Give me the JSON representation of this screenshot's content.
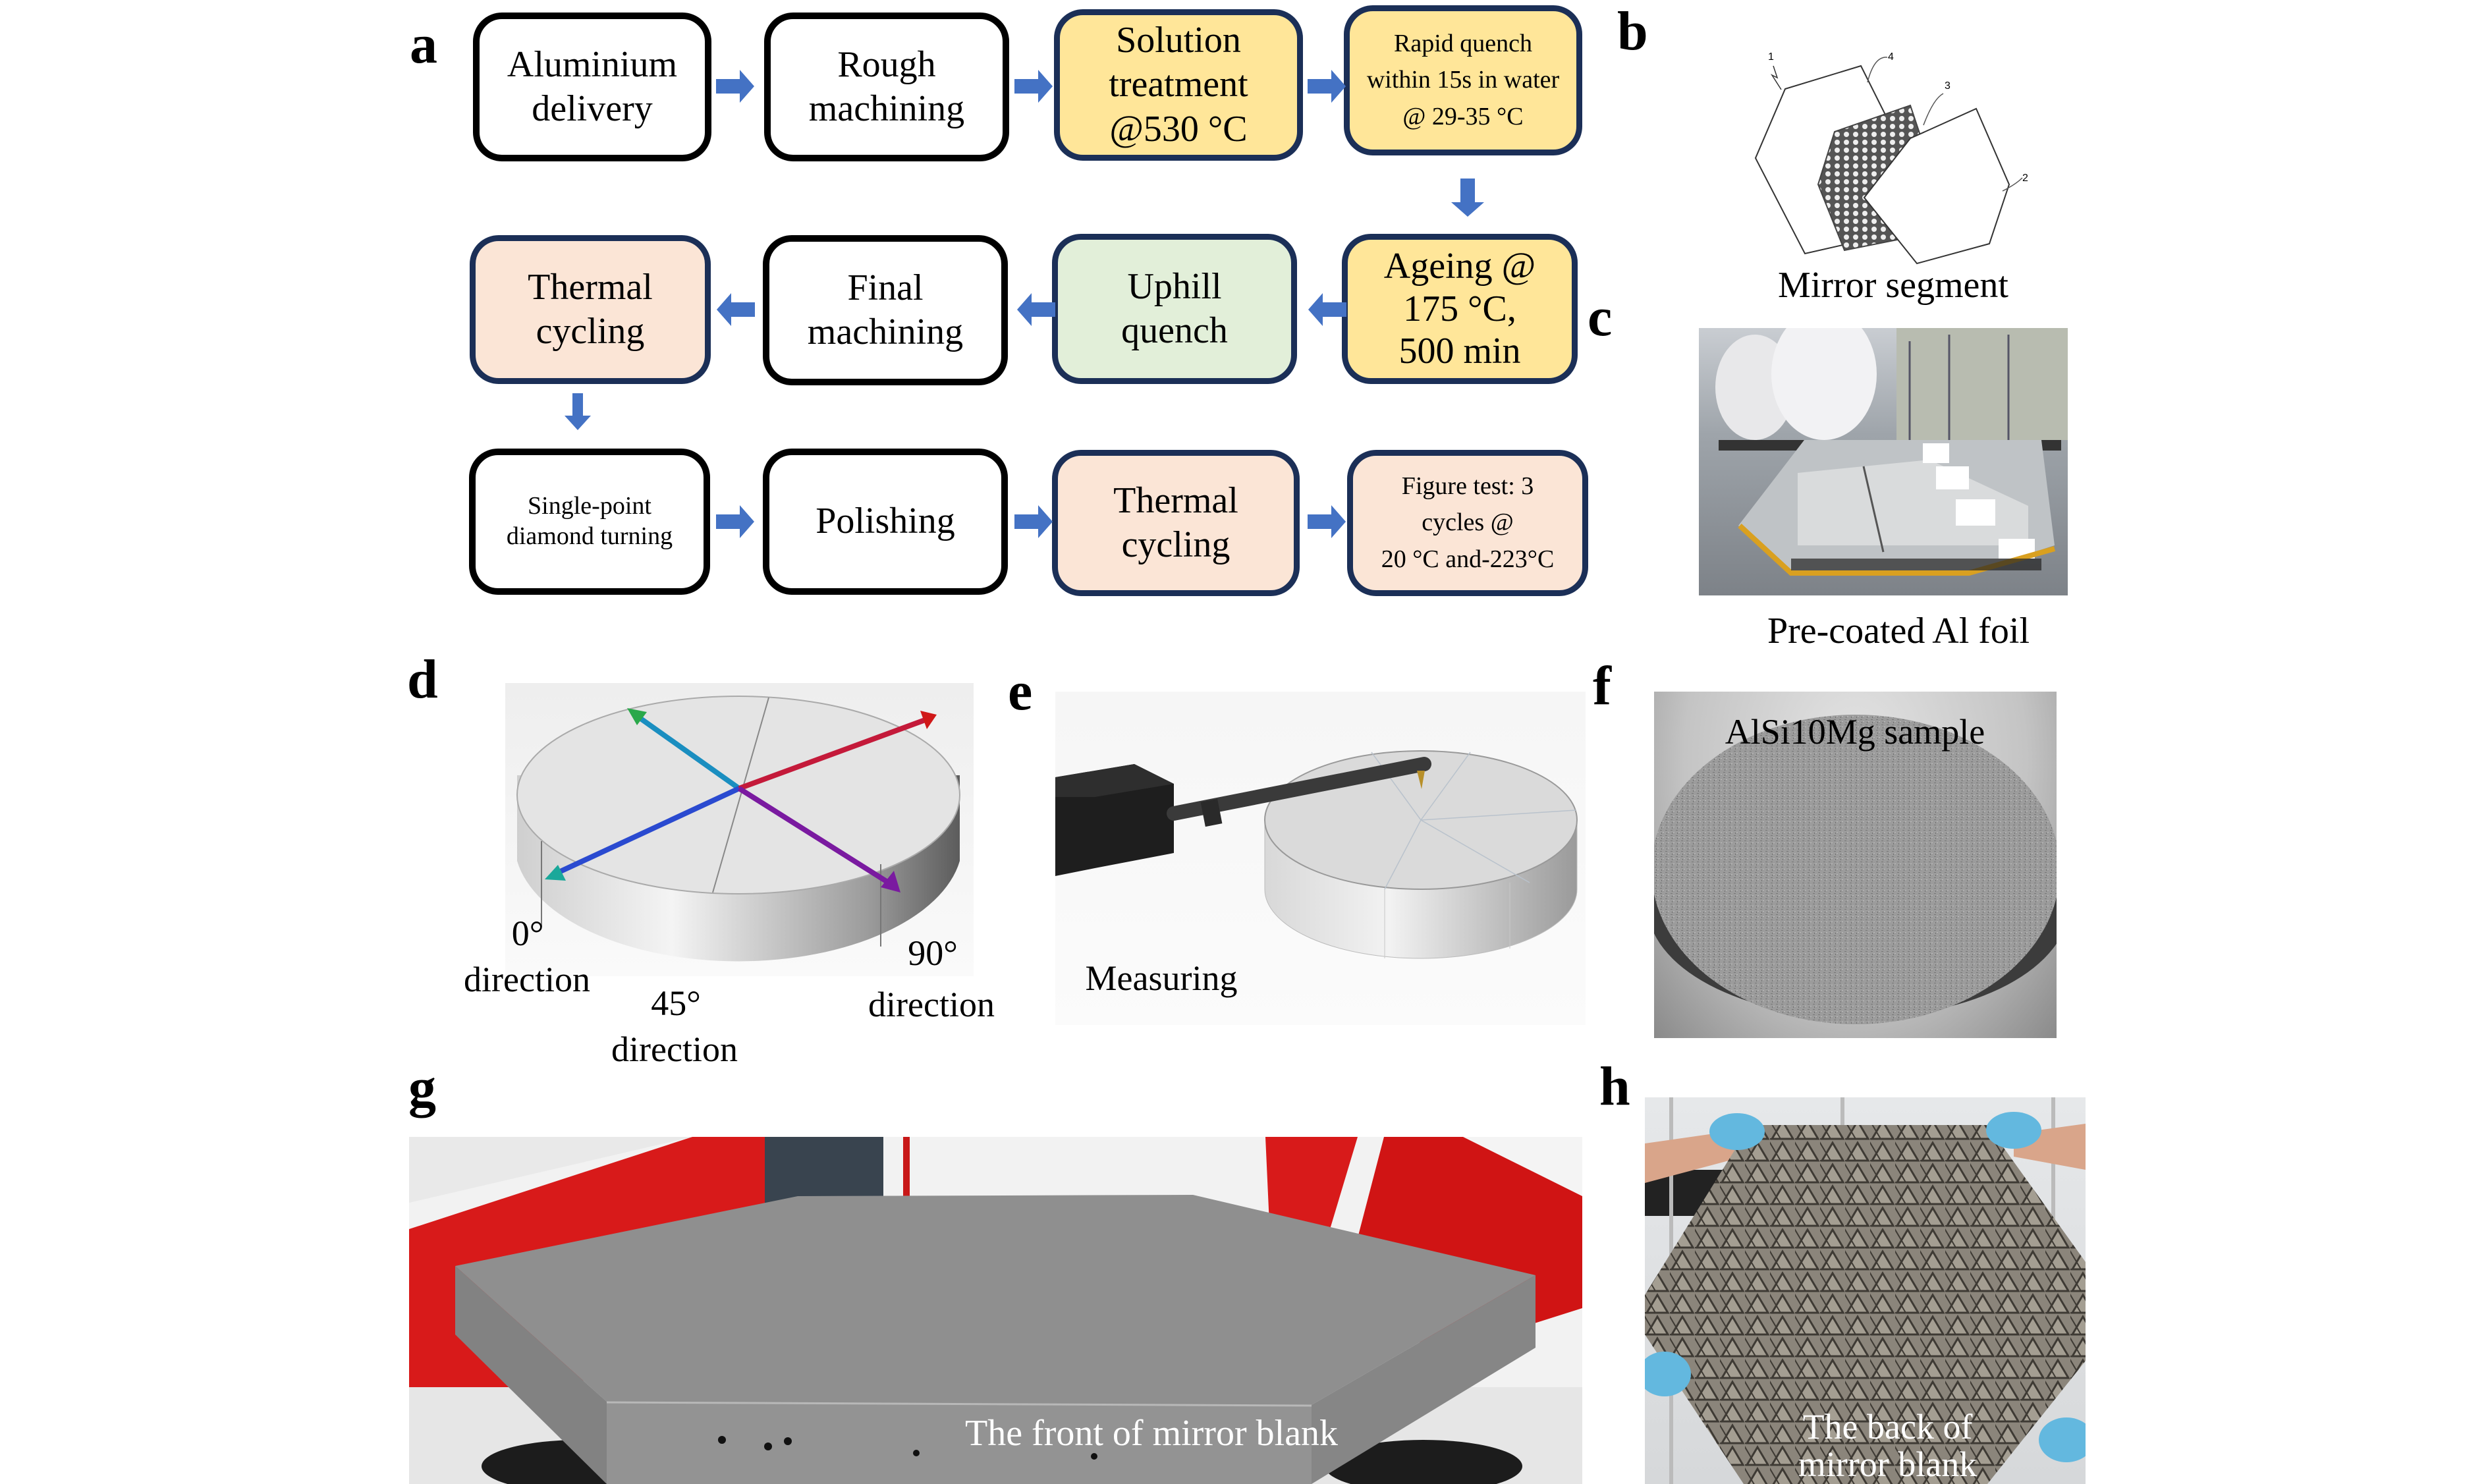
{
  "panel_labels": {
    "a": "a",
    "b": "b",
    "c": "c",
    "d": "d",
    "e": "e",
    "f": "f",
    "g": "g",
    "h": "h"
  },
  "flowchart": {
    "row1": [
      {
        "lines": [
          "Aluminium",
          "delivery"
        ],
        "style": "plain"
      },
      {
        "lines": [
          "Rough",
          "machining"
        ],
        "style": "plain"
      },
      {
        "lines": [
          "Solution",
          "treatment",
          "@530 °C"
        ],
        "style": "yellow"
      },
      {
        "lines": [
          "Rapid quench",
          "within 15s in water",
          "@ 29-35 °C"
        ],
        "style": "yellow"
      }
    ],
    "row2": [
      {
        "lines": [
          "Thermal",
          "cycling"
        ],
        "style": "peach"
      },
      {
        "lines": [
          "Final",
          "machining"
        ],
        "style": "plain"
      },
      {
        "lines": [
          "Uphill",
          "quench"
        ],
        "style": "green"
      },
      {
        "lines": [
          "Ageing @",
          "175 °C,",
          "500 min"
        ],
        "style": "yellow"
      }
    ],
    "row3": [
      {
        "lines": [
          "Single-point",
          "diamond turning"
        ],
        "style": "plain"
      },
      {
        "lines": [
          "Polishing"
        ],
        "style": "plain"
      },
      {
        "lines": [
          "Thermal",
          "cycling"
        ],
        "style": "peach"
      },
      {
        "lines": [
          "Figure test: 3",
          "cycles @",
          "20 °C and-223°C"
        ],
        "style": "peach"
      }
    ],
    "arrow_color": "#4472c4",
    "colors": {
      "yellow": "#ffe699",
      "peach": "#fbe5d6",
      "green": "#e2efd9",
      "border_dark": "#1b2f57"
    }
  },
  "panel_b": {
    "caption": "Mirror segment",
    "callouts": [
      "1",
      "2",
      "3",
      "4"
    ]
  },
  "panel_c": {
    "caption": "Pre-coated Al foil"
  },
  "panel_d": {
    "labels": [
      {
        "deg": "0°",
        "word": "direction"
      },
      {
        "deg": "45°",
        "word": "direction"
      },
      {
        "deg": "90°",
        "word": "direction"
      }
    ],
    "arrow_colors": {
      "green": "#2aa84a",
      "teal": "#1aa89a",
      "blue": "#2a2ad0",
      "red": "#d01818",
      "purple": "#7a1aa0"
    }
  },
  "panel_e": {
    "caption": "Measuring"
  },
  "panel_f": {
    "caption": "AlSi10Mg sample"
  },
  "panel_g": {
    "caption": "The front of mirror blank"
  },
  "panel_h": {
    "caption_line1": "The back of",
    "caption_line2": "mirror blank"
  }
}
